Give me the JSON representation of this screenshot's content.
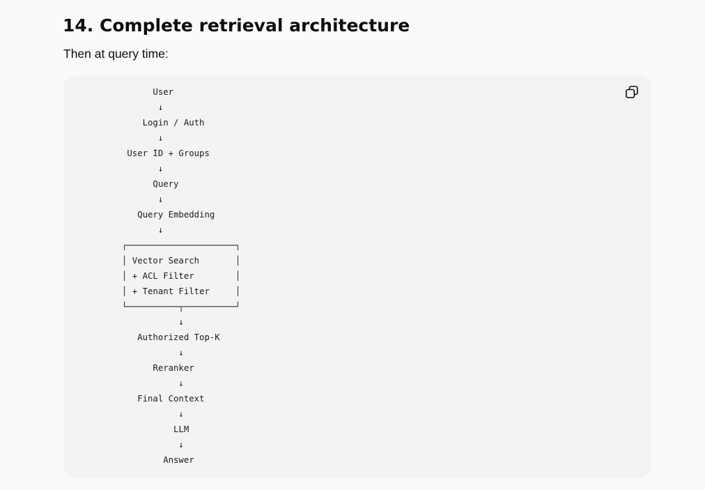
{
  "section": {
    "title": "14. Complete retrieval architecture",
    "intro": "Then at query time:"
  },
  "code_block": {
    "copy_icon": "copy-icon",
    "lines": [
      "      User",
      "       ↓",
      "    Login / Auth",
      "       ↓",
      " User ID + Groups",
      "       ↓",
      "      Query",
      "       ↓",
      "   Query Embedding",
      "       ↓",
      "┌─────────────────────┐",
      "│ Vector Search       │",
      "│ + ACL Filter        │",
      "│ + Tenant Filter     │",
      "└──────────┬──────────┘",
      "           ↓",
      "   Authorized Top-K",
      "           ↓",
      "      Reranker",
      "           ↓",
      "   Final Context",
      "           ↓",
      "          LLM",
      "           ↓",
      "        Answer"
    ]
  }
}
